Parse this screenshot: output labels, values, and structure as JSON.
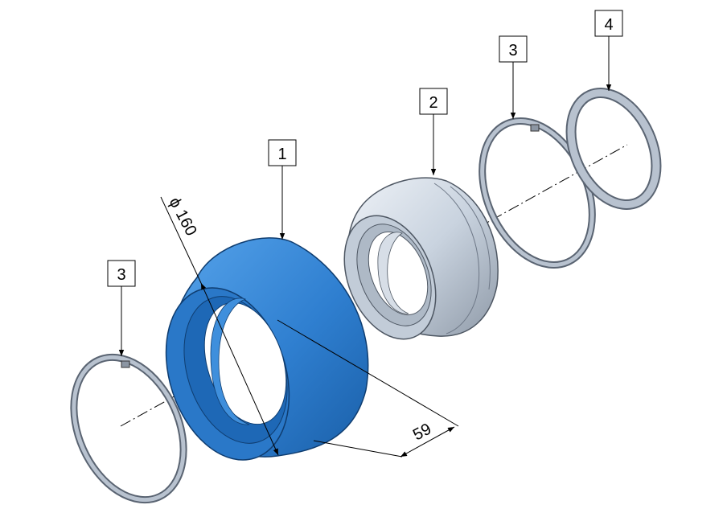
{
  "diagram": {
    "callouts": [
      {
        "id": "left-retaining-ring",
        "text": "3"
      },
      {
        "id": "housing",
        "text": "1"
      },
      {
        "id": "bearing",
        "text": "2"
      },
      {
        "id": "right-retaining-ring",
        "text": "3"
      },
      {
        "id": "shim-washer",
        "text": "4"
      }
    ],
    "dimensions": {
      "diameter": {
        "symbol": "ϕ",
        "value": "160"
      },
      "width": {
        "value": "59"
      }
    },
    "colors": {
      "housing": "#2f7fd0",
      "housing_dark": "#1a5fa8",
      "bearing": "#c9d3df",
      "bearing_dark": "#8f9aa8",
      "ring": "#a9b4c2",
      "line": "#000000"
    }
  }
}
